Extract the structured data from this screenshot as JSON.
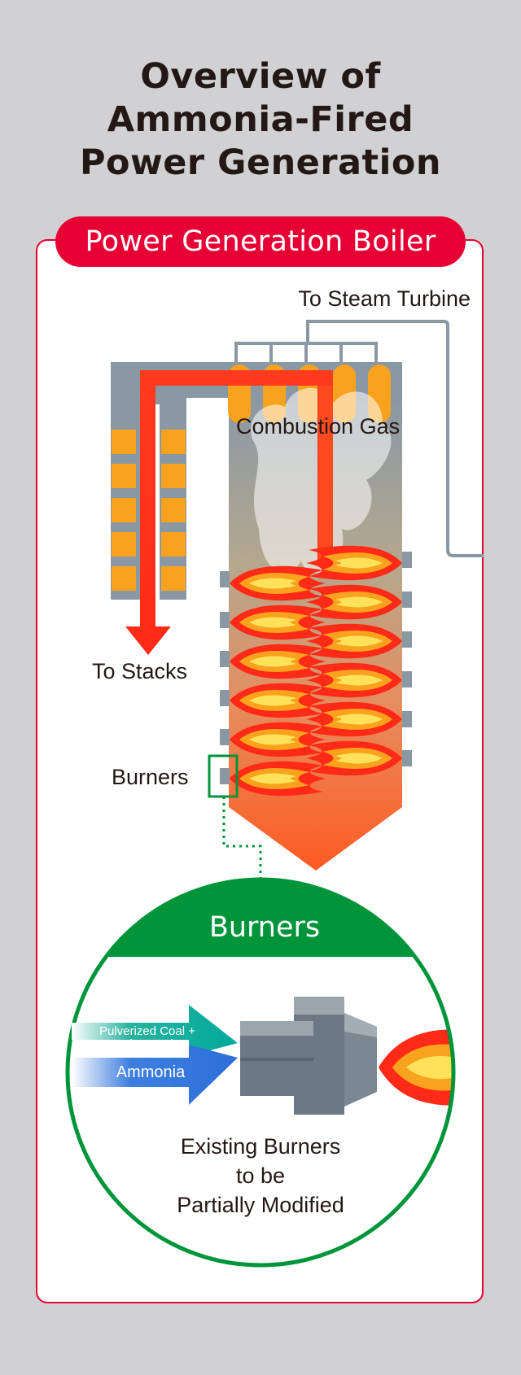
{
  "title": {
    "line1": "Overview of",
    "line2": "Ammonia-Fired",
    "line3": "Power Generation"
  },
  "boiler": {
    "heading": "Power Generation Boiler",
    "to_steam_turbine": "To Steam Turbine",
    "combustion_gas": "Combustion Gas",
    "to_stacks": "To Stacks",
    "burners": "Burners"
  },
  "detail": {
    "heading": "Burners",
    "input_coal": "Pulverized Coal + Primary Air",
    "input_ammonia": "Ammonia",
    "description_line1": "Existing Burners",
    "description_line2": "to be",
    "description_line3": "Partially Modified"
  },
  "colors": {
    "accent_red": "#e60034",
    "accent_green": "#00953a",
    "pipe_gray": "#8a98a4",
    "tube_orange": "#f8a21e",
    "flow_red": "#ff2a17",
    "coal_teal": "#00a99d",
    "ammonia_blue": "#2b6fd8"
  },
  "icons": [
    "flame-icon",
    "arrow-down-icon",
    "burner-nozzle-icon",
    "arrow-right-icon"
  ]
}
